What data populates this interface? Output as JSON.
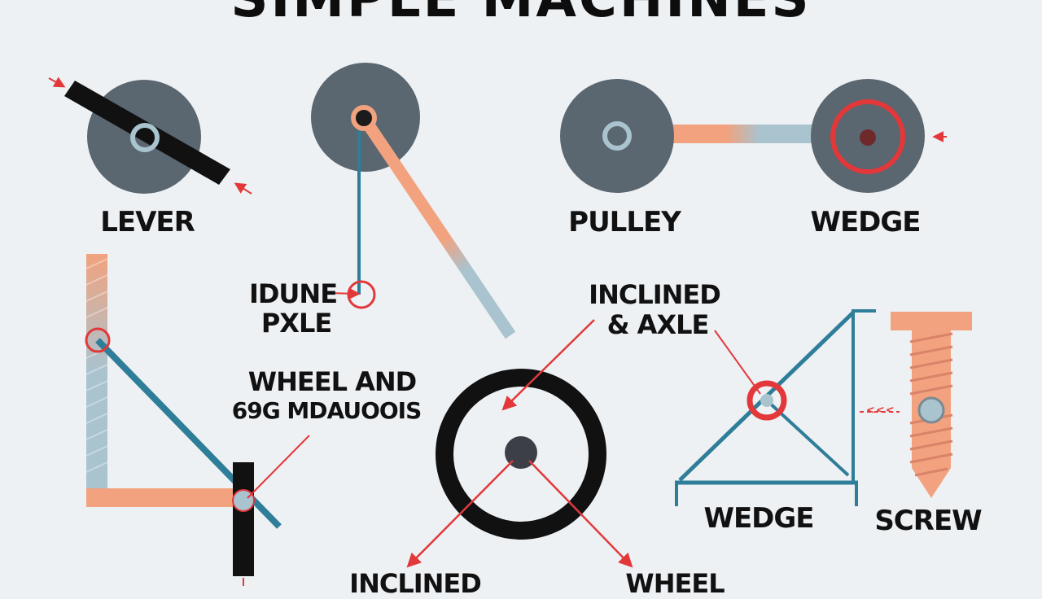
{
  "title": "SIMPLE MACHINES",
  "labels": {
    "lever": "LEVER",
    "pulley": "PULLEY",
    "wedge_top": "WEDGE",
    "idune_line1": "IDUNE",
    "idune_line2": "PXLE",
    "inclined_axle_line1": "INCLINED",
    "inclined_axle_line2": "& AXLE",
    "wheel_and_line1": "WHEEL AND",
    "wheel_and_line2": "69G MDAUOOIS",
    "wedge_bottom": "WEDGE",
    "screw": "SCREW",
    "inclined_bottom": "INCLINED",
    "wheel_bottom": "WHEEL",
    "screw_marks": "<<<"
  },
  "colors": {
    "background": "#eef1f4",
    "disk": "#5a6670",
    "black": "#111111",
    "teal": "#2e7d99",
    "salmon": "#f2a27e",
    "light_blue": "#a9c3cf",
    "red": "#e2383a"
  }
}
